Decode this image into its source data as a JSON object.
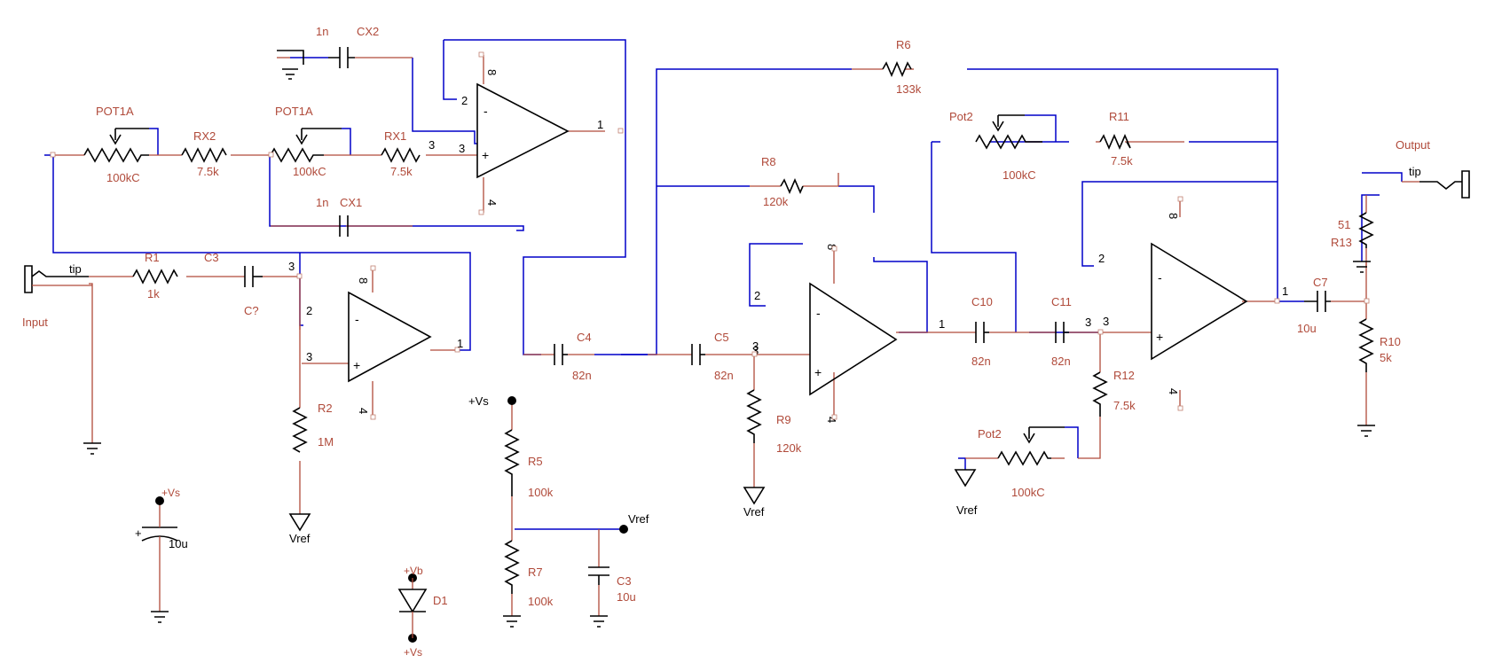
{
  "schematic": {
    "opamps": [
      {
        "id": "U1",
        "pin_inv": "2",
        "pin_noninv": "3",
        "pin_out": "1",
        "pin_vplus": "8",
        "pin_vminus": "4"
      },
      {
        "id": "U2",
        "pin_inv": "2",
        "pin_noninv": "3",
        "pin_out": "1",
        "pin_vplus": "8",
        "pin_vminus": "4"
      },
      {
        "id": "U3",
        "pin_inv": "2",
        "pin_noninv": "3",
        "pin_out": "1",
        "pin_vplus": "8",
        "pin_vminus": "4"
      },
      {
        "id": "U4",
        "pin_inv": "2",
        "pin_noninv": "3",
        "pin_out": "1",
        "pin_vplus": "8",
        "pin_vminus": "4"
      }
    ],
    "opamp_signs": {
      "minus": "-",
      "plus": "+"
    },
    "resistors": [
      {
        "id": "R1",
        "name": "R1",
        "value": "1k"
      },
      {
        "id": "R2",
        "name": "R2",
        "value": "1M"
      },
      {
        "id": "RX2",
        "name": "RX2",
        "value": "7.5k"
      },
      {
        "id": "RX1",
        "name": "RX1",
        "value": "7.5k"
      },
      {
        "id": "R5",
        "name": "R5",
        "value": "100k"
      },
      {
        "id": "R7",
        "name": "R7",
        "value": "100k"
      },
      {
        "id": "R6",
        "name": "R6",
        "value": "133k"
      },
      {
        "id": "R8",
        "name": "R8",
        "value": "120k"
      },
      {
        "id": "R9",
        "name": "R9",
        "value": "120k"
      },
      {
        "id": "R11",
        "name": "R11",
        "value": "7.5k"
      },
      {
        "id": "R12",
        "name": "R12",
        "value": "7.5k"
      },
      {
        "id": "R13",
        "name": "R13",
        "value": "51"
      },
      {
        "id": "R10",
        "name": "R10",
        "value": "5k"
      }
    ],
    "pots": [
      {
        "id": "POT1A_a",
        "name": "POT1A",
        "value": "100kC"
      },
      {
        "id": "POT1A_b",
        "name": "POT1A",
        "value": "100kC"
      },
      {
        "id": "Pot2_a",
        "name": "Pot2",
        "value": "100kC"
      },
      {
        "id": "Pot2_b",
        "name": "Pot2",
        "value": "100kC"
      }
    ],
    "capacitors": [
      {
        "id": "C3a",
        "name": "C3",
        "value": "C?"
      },
      {
        "id": "CX2",
        "name": "CX2",
        "value": "1n"
      },
      {
        "id": "CX1",
        "name": "CX1",
        "value": "1n"
      },
      {
        "id": "C4",
        "name": "C4",
        "value": "82n"
      },
      {
        "id": "C5",
        "name": "C5",
        "value": "82n"
      },
      {
        "id": "C10",
        "name": "C10",
        "value": "82n"
      },
      {
        "id": "C11",
        "name": "C11",
        "value": "82n"
      },
      {
        "id": "C7",
        "name": "C7",
        "value": "10u"
      },
      {
        "id": "C3b",
        "name": "C3",
        "value": "10u"
      },
      {
        "id": "Cps",
        "name": "",
        "value": "10u"
      }
    ],
    "ports": {
      "input_label": "Input",
      "output_label": "Output",
      "tip_in": "tip",
      "tip_out": "tip"
    },
    "power": {
      "vs": "+Vs",
      "vs_plus": "+Vs",
      "vs_plus2": "+Vs",
      "vb": "+Vb",
      "vref_label": "Vref",
      "vref_sym_1": "Vref",
      "vref_sym_2": "Vref",
      "vref_sym_3": "Vref",
      "diode": "D1",
      "polcap_plus": "+"
    }
  }
}
